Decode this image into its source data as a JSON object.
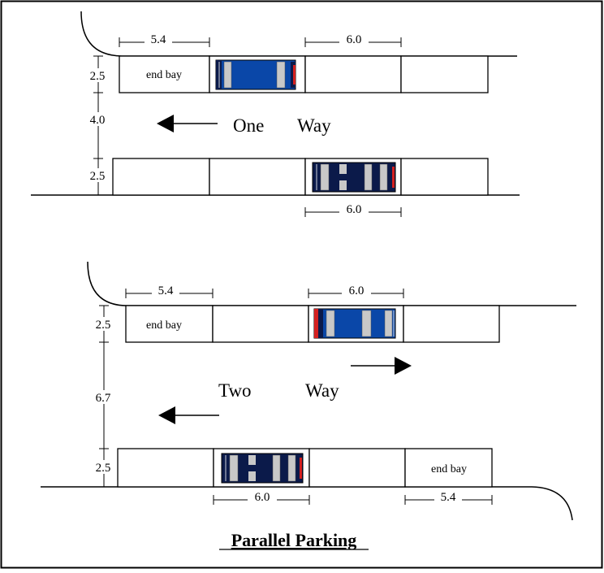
{
  "labels": {
    "end_bay": "end bay",
    "title": "Parallel Parking"
  },
  "one_way": {
    "word1": "One",
    "word2": "Way",
    "dim_endbay_width": "5.4",
    "dim_bay_width_top": "6.0",
    "dim_bay_width_bottom": "6.0",
    "dim_top_depth": "2.5",
    "dim_aisle": "4.0",
    "dim_bottom_depth": "2.5"
  },
  "two_way": {
    "word1": "Two",
    "word2": "Way",
    "dim_endbay_width_top": "5.4",
    "dim_bay_width_top": "6.0",
    "dim_top_depth": "2.5",
    "dim_aisle": "6.7",
    "dim_bottom_depth": "2.5",
    "dim_bay_width_bottom": "6.0",
    "dim_endbay_width_bottom": "5.4"
  },
  "colors": {
    "car_blue": "#0a47a8",
    "car_navy": "#0b1a4a",
    "car_window": "#c8c8c8",
    "car_light": "#d42020"
  }
}
